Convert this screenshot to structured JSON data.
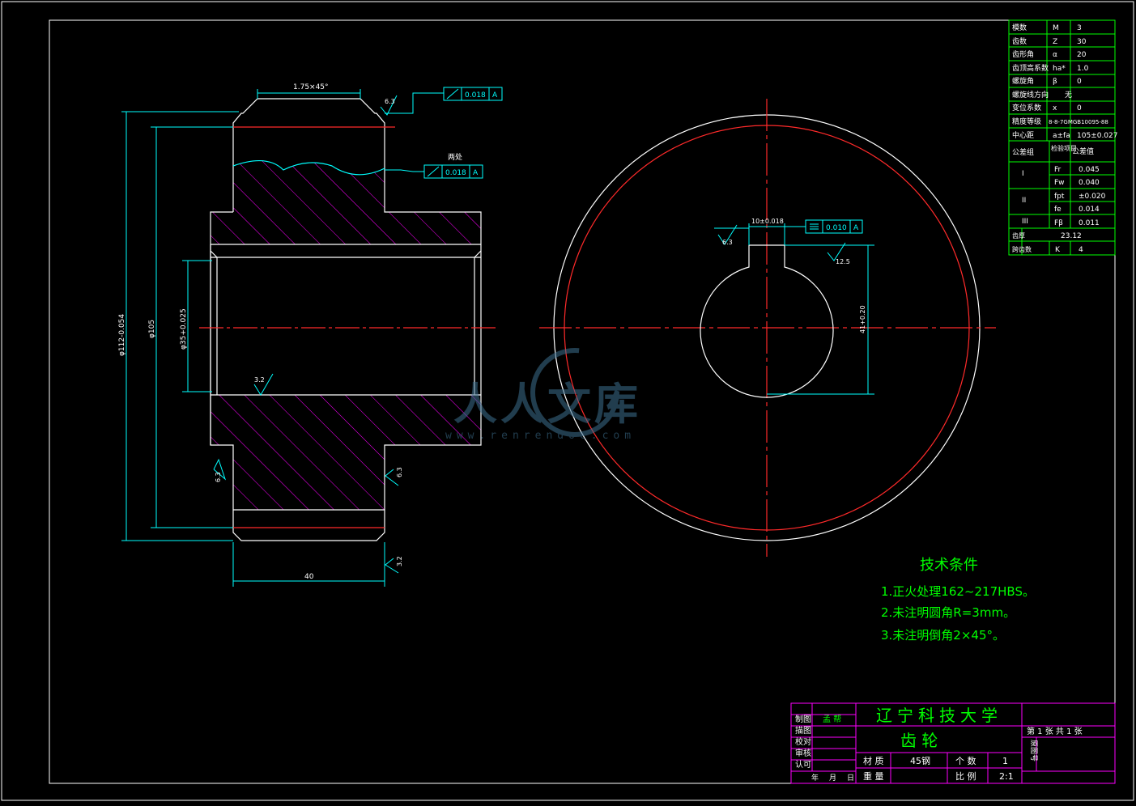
{
  "params_table": {
    "rows": [
      {
        "name": "模数",
        "symbol": "M",
        "value": "3"
      },
      {
        "name": "齿数",
        "symbol": "Z",
        "value": "30"
      },
      {
        "name": "齿形角",
        "symbol": "α",
        "value": "20"
      },
      {
        "name": "齿顶高系数",
        "symbol": "ha*",
        "value": "1.0"
      },
      {
        "name": "螺旋角",
        "symbol": "β",
        "value": "0"
      },
      {
        "name": "螺旋线方向",
        "symbol": "",
        "value": "无"
      },
      {
        "name": "变位系数",
        "symbol": "x",
        "value": "0"
      },
      {
        "name": "精度等级",
        "symbol": "",
        "value": "8-8-7GMGB10095-88"
      },
      {
        "name": "中心距",
        "symbol": "a±fa",
        "value": "105±0.027"
      }
    ],
    "group_header": {
      "col1": "公差组",
      "col2": "检验项目",
      "col3": "公差值"
    },
    "groups": [
      {
        "label": "I",
        "items": [
          {
            "symbol": "Fr",
            "value": "0.045"
          },
          {
            "symbol": "Fw",
            "value": "0.040"
          }
        ]
      },
      {
        "label": "II",
        "items": [
          {
            "symbol": "fpt",
            "value": "±0.020"
          },
          {
            "symbol": "fe",
            "value": "0.014"
          }
        ]
      },
      {
        "label": "III",
        "items": [
          {
            "symbol": "Fβ",
            "value": "0.011"
          }
        ]
      }
    ],
    "tail_rows": [
      {
        "name": "齿厚",
        "symbol": "",
        "value": "23.12"
      },
      {
        "name": "跨齿数",
        "symbol": "K",
        "value": "4"
      }
    ]
  },
  "dims": {
    "chamfer": "1.75×45°",
    "da": "φ112-0.054",
    "d105": "φ105",
    "bore": "φ35+0.025",
    "width": "40",
    "keyway_w": "10±0.018",
    "keyway_h": "41+0.20",
    "tol1": "0.018",
    "tol2": "0.018",
    "tol3": "0.010",
    "datum": "A",
    "two_places": "两处",
    "r63a": "6.3",
    "r63b": "6.3",
    "r63c": "6.3",
    "r32a": "3.2",
    "r32b": "3.2",
    "r63d": "6.3",
    "r125": "12.5"
  },
  "tech": {
    "title": "技术条件",
    "lines": [
      "1.正火处理162~217HBS。",
      "2.未注明圆角R=3mm。",
      "3.未注明倒角2×45°。"
    ]
  },
  "title_block": {
    "school": "辽宁科技大学",
    "part": "齿    轮",
    "left_labels": [
      "制图",
      "描图",
      "校对",
      "审核",
      "认可"
    ],
    "designer": "孟 帮",
    "date_labels": [
      "年",
      "月",
      "日"
    ],
    "material_label": "材 质",
    "material": "45钢",
    "count_label": "个 数",
    "count": "1",
    "weight_label": "重 量",
    "scale_label": "比 例",
    "scale": "2:1",
    "sheet": "第 1 张 共 1 张",
    "orig": "原图号"
  },
  "watermark": {
    "text": "人人文库",
    "url": "www.renrendoc.com"
  },
  "colors": {
    "white": "#ffffff",
    "red": "#ff2a2a",
    "cyan": "#00ffff",
    "green": "#00ff00",
    "magenta": "#ff00ff"
  }
}
